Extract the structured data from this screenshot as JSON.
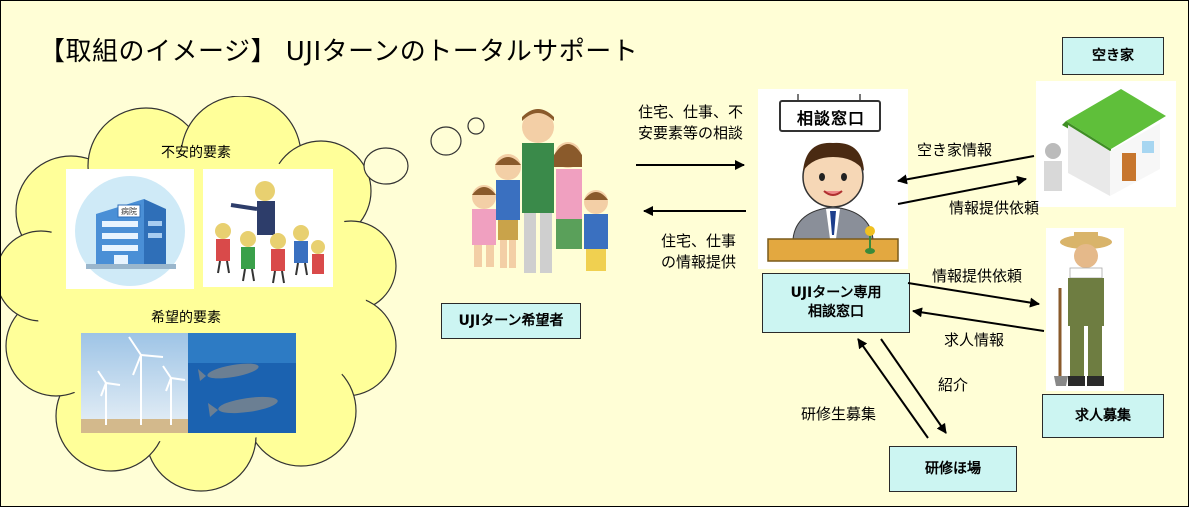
{
  "title": "【取組のイメージ】 UJIターンのトータルサポート",
  "cloud": {
    "anxiety_label": "不安的要素",
    "hope_label": "希望的要素",
    "hospital_sign": "病院"
  },
  "boxes": {
    "applicant": "UJIターン希望者",
    "consult_line1": "UJIターン専用",
    "consult_line2": "相談窓口",
    "vacant_house": "空き家",
    "job_offer": "求人募集",
    "training_farm": "研修ほ場"
  },
  "desk_sign": "相談窓口",
  "arrows": {
    "to_desk_line1": "住宅、仕事、不",
    "to_desk_line2": "安要素等の相談",
    "to_applicant_line1": "住宅、仕事",
    "to_applicant_line2": "の情報提供",
    "vacant_info": "空き家情報",
    "info_request_1": "情報提供依頼",
    "info_request_2": "情報提供依頼",
    "job_info": "求人情報",
    "introduction": "紹介",
    "trainee_recruit": "研修生募集"
  },
  "colors": {
    "background": "#fffed6",
    "cloud_fill": "#ffff99",
    "box_fill": "#ccf5f2",
    "house_roof": "#5fbf3a"
  }
}
